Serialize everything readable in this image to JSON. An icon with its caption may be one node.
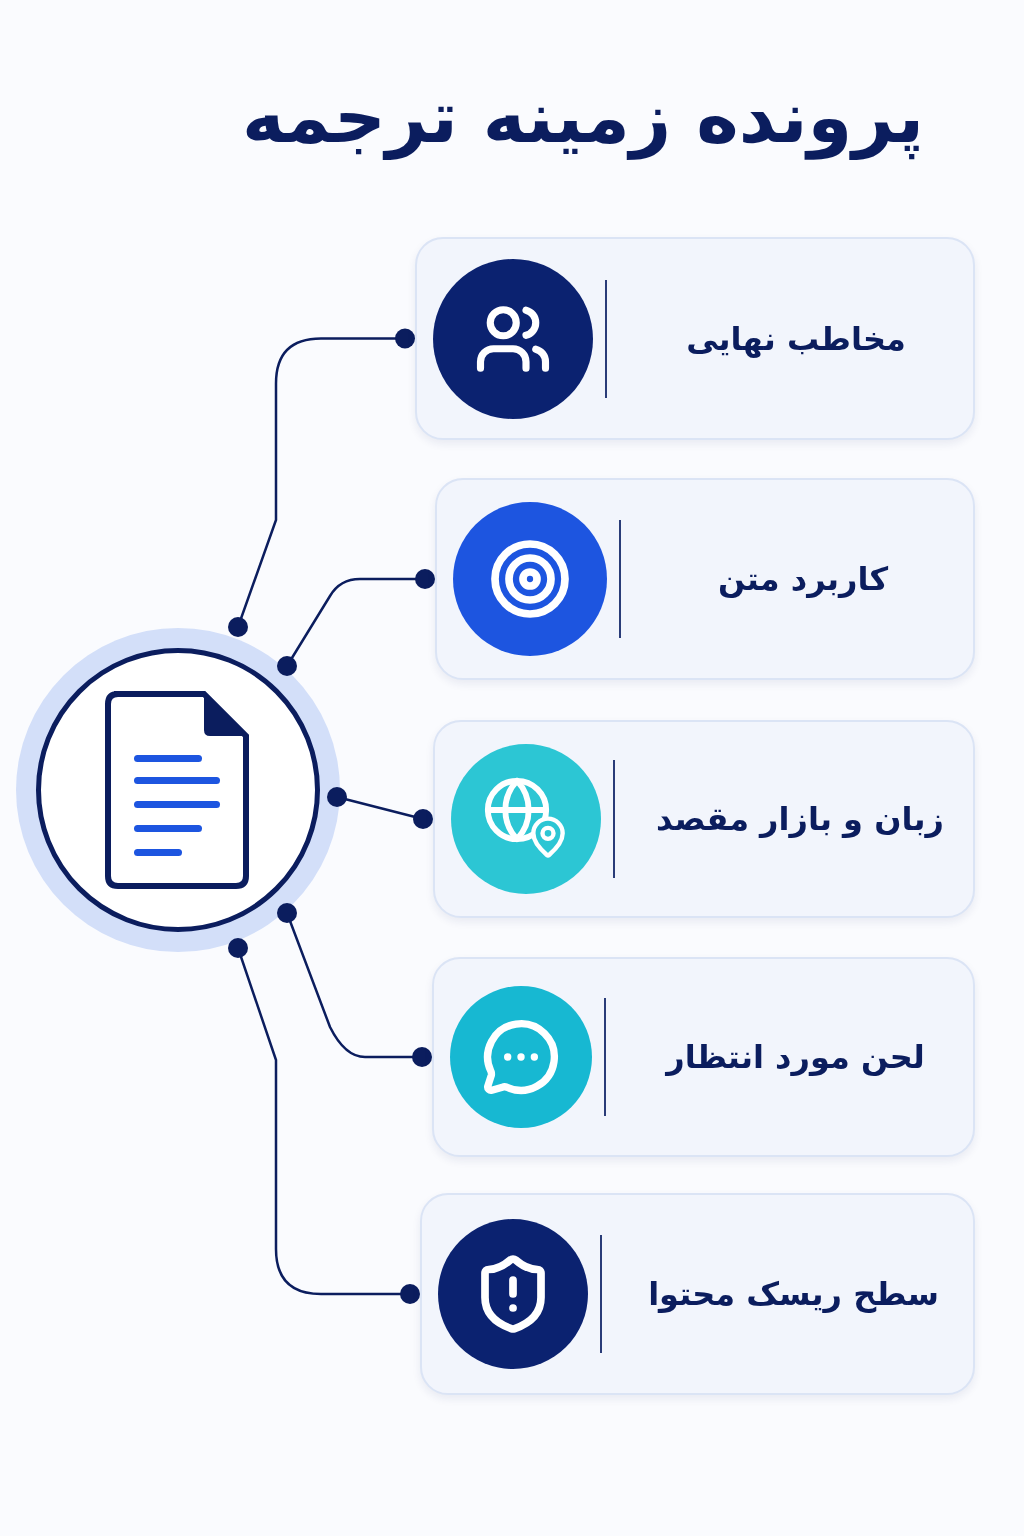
{
  "diagram": {
    "title": "پرونده زمینه ترجمه",
    "nodes": [
      {
        "text": [],
        "shape": "circle"
      },
      {
        "text": [
          "مخاطب نهایی"
        ]
      },
      {
        "text": [
          "کاربرد متن"
        ]
      },
      {
        "text": [
          "زبان و بازار مقصد"
        ]
      },
      {
        "text": [
          "لحن مورد انتظار"
        ]
      },
      {
        "text": [
          "سطح ریسک محتوا"
        ]
      }
    ],
    "edges": [
      {
        "from": 0,
        "to": 1,
        "arrow": "other"
      },
      {
        "from": 0,
        "to": 2,
        "arrow": "other"
      },
      {
        "from": 0,
        "to": 3,
        "arrow": "other"
      },
      {
        "from": 0,
        "to": 4,
        "arrow": "other"
      },
      {
        "from": 0,
        "to": 5,
        "arrow": "other"
      }
    ]
  }
}
